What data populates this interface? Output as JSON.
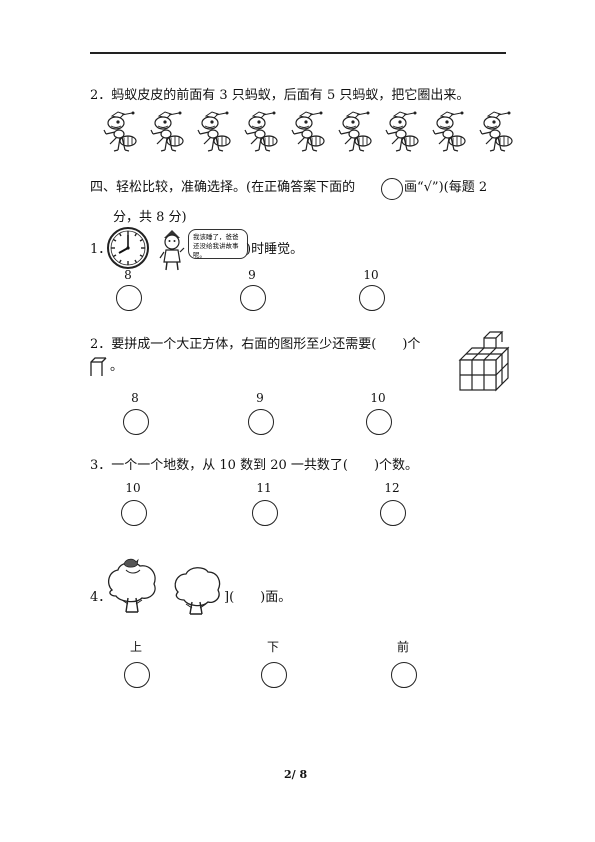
{
  "q2_ants": {
    "text": "2．蚂蚁皮皮的前面有 3 只蚂蚁，后面有 5 只蚂蚁，把它圈出来。",
    "ant_count": 9
  },
  "section4": {
    "title_part1": "四、轻松比较，准确选择。(在正确答案下面的",
    "title_part2": "画“√”)(每题 2",
    "title_line2": "分，共 8 分)"
  },
  "questions": {
    "q1": {
      "prefix": "1．",
      "bubble": "我该睡了，爸爸还没给我讲故事呢。",
      "suffix": ")时睡觉。",
      "options": [
        "8",
        "9",
        "10"
      ]
    },
    "q2": {
      "text": "2．要拼成一个大正方体，右面的图形至少还需要(　　)个",
      "text2": "。",
      "options": [
        "8",
        "9",
        "10"
      ]
    },
    "q3": {
      "text": "3．一个一个地数，从 10 数到 20 一共数了(　　)个数。",
      "options": [
        "10",
        "11",
        "12"
      ]
    },
    "q4": {
      "prefix": "4．",
      "suffix": "](　　)面。",
      "options": [
        "上",
        "下",
        "前"
      ]
    }
  },
  "footer": {
    "page": "2/ 8"
  }
}
